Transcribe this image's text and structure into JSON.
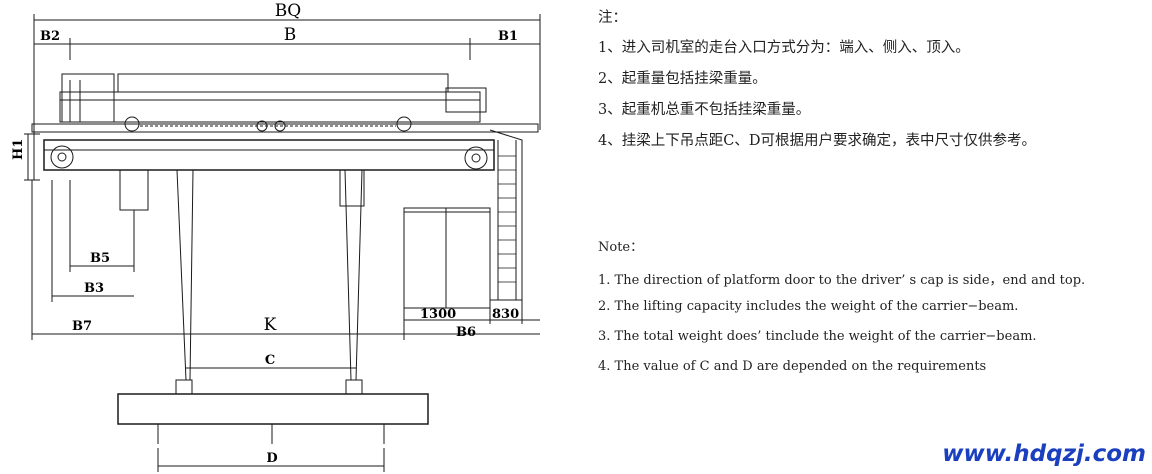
{
  "drawing": {
    "dims": {
      "BQ": "BQ",
      "B": "B",
      "B1": "B1",
      "B2": "B2",
      "H1": "H1",
      "B5": "B5",
      "B3": "B3",
      "B7": "B7",
      "K": "K",
      "B6": "B6",
      "C": "C",
      "D": "D",
      "d1300": "1300",
      "d830": "830"
    }
  },
  "notes_cn": {
    "title": "注：",
    "items": [
      "1、进入司机室的走台入口方式分为：端入、侧入、顶入。",
      "2、起重量包括挂梁重量。",
      "3、起重机总重不包括挂梁重量。",
      "4、挂梁上下吊点距C、D可根据用户要求确定，表中尺寸仅供参考。"
    ]
  },
  "notes_en": {
    "title": "Note：",
    "items": [
      "1.  The direction of platform door to the driver’ s cap is side，end and top.",
      "2.  The lifting capacity includes the weight of the carrier−beam.",
      "3.  The total weight does’ tinclude the weight of the carrier−beam.",
      "4.  The value of C and D are depended on the requirements"
    ]
  },
  "website": "www.hdqzj.com",
  "colors": {
    "website": "#1a3fbf",
    "line": "#1a1a1a"
  }
}
